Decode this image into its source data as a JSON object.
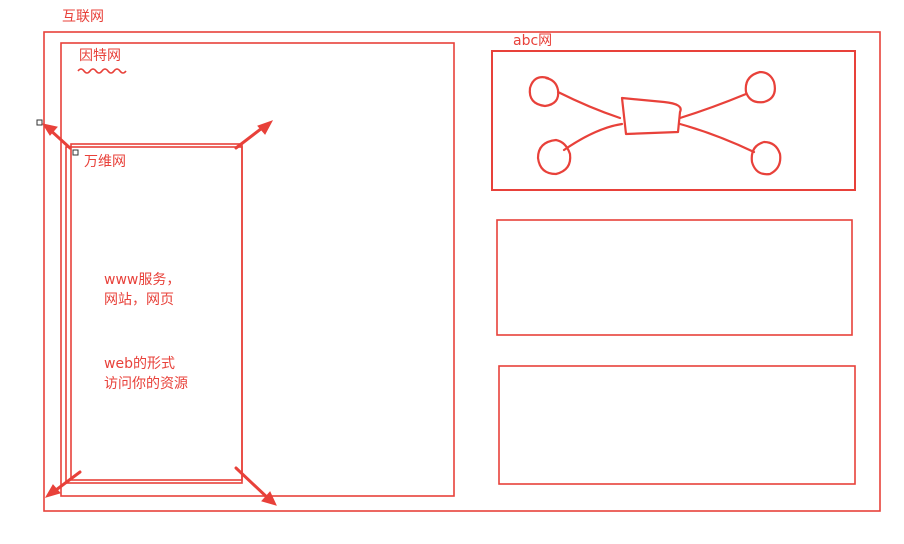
{
  "theme": {
    "stroke": "#e8413a"
  },
  "labels": {
    "internet": "互联网",
    "intranet": "因特网",
    "www": "万维网",
    "abc_net": "abc网"
  },
  "notes": {
    "www_service_line1": "www服务，",
    "www_service_line2": "网站，网页",
    "web_form_line1": "web的形式",
    "web_form_line2": "访问你的资源"
  }
}
